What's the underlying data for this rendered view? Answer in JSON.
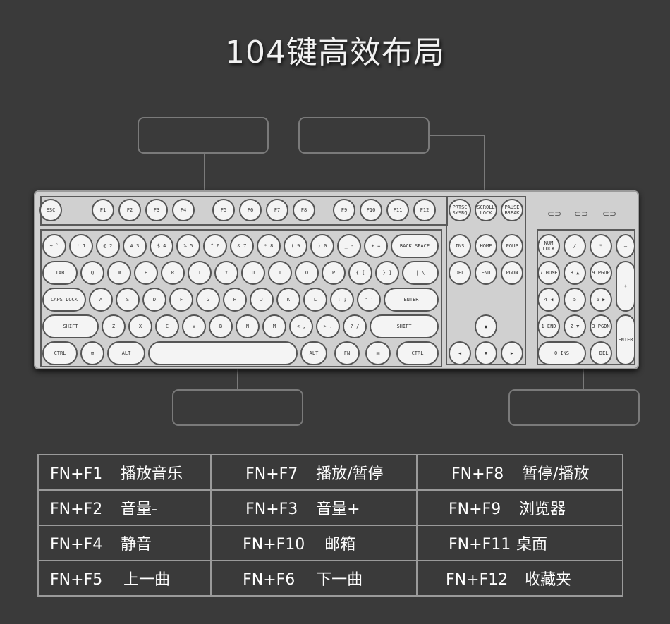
{
  "title": "104键高效布局",
  "keyboard": {
    "keys": {
      "esc": "ESC",
      "f": [
        "F1",
        "F2",
        "F3",
        "F4",
        "F5",
        "F6",
        "F7",
        "F8",
        "F9",
        "F10",
        "F11",
        "F12"
      ],
      "prt": "PRTSC SYSRQ",
      "scr": "SCROLL LOCK",
      "pause": "PAUSE BREAK",
      "num_row": [
        "~ `",
        "! 1",
        "@ 2",
        "# 3",
        "$ 4",
        "% 5",
        "^ 6",
        "& 7",
        "* 8",
        "( 9",
        ") 0",
        "_ -",
        "+ ="
      ],
      "backspace": "BACK SPACE",
      "q_row": [
        "Q",
        "W",
        "E",
        "R",
        "T",
        "Y",
        "U",
        "I",
        "O",
        "P",
        "{ [",
        "} ]",
        "| \\"
      ],
      "tab": "TAB",
      "a_row": [
        "A",
        "S",
        "D",
        "F",
        "G",
        "H",
        "J",
        "K",
        "L",
        ": ;",
        "\" '"
      ],
      "caps": "CAPS LOCK",
      "enter": "ENTER",
      "z_row": [
        "Z",
        "X",
        "C",
        "V",
        "B",
        "N",
        "M",
        "< ,",
        "> .",
        "? /"
      ],
      "shift": "SHIFT",
      "ctrl": "CTRL",
      "win": "⊞",
      "alt": "ALT",
      "fn": "FN",
      "menu": "▤",
      "ins": "INS",
      "home": "HOME",
      "pgup": "PGUP",
      "del": "DEL",
      "end": "END",
      "pgdn": "PGDN",
      "up": "▲",
      "left": "◀",
      "down": "▼",
      "right": "▶",
      "numlock": "NUM LOCK",
      "slash": "/",
      "star": "*",
      "minus": "—",
      "plus": "+",
      "n7": "7 HOME",
      "n8": "8 ▲",
      "n9": "9 PGUP",
      "n4": "4 ◀",
      "n5": "5",
      "n6": "6 ▶",
      "n1": "1 END",
      "n2": "2 ▼",
      "n3": "3 PGDN",
      "n0": "0 INS",
      "ndot": ". DEL",
      "nenter": "ENTER"
    }
  },
  "fn_table": [
    [
      {
        "key": "FN+F1",
        "label": "播放音乐"
      },
      {
        "key": "FN+F7",
        "label": "播放/暂停"
      },
      {
        "key": "FN+F8",
        "label": "暂停/播放"
      }
    ],
    [
      {
        "key": "FN+F2",
        "label": "音量-"
      },
      {
        "key": "FN+F3",
        "label": "音量+"
      },
      {
        "key": "FN+F9",
        "label": "浏览器"
      }
    ],
    [
      {
        "key": "FN+F4",
        "label": "静音"
      },
      {
        "key": "FN+F10",
        "label": "邮箱"
      },
      {
        "key": "FN+F11",
        "label": "桌面"
      }
    ],
    [
      {
        "key": "FN+F5",
        "label": "上一曲"
      },
      {
        "key": "FN+F6",
        "label": "下一曲"
      },
      {
        "key": "FN+F12",
        "label": "收藏夹"
      }
    ]
  ]
}
